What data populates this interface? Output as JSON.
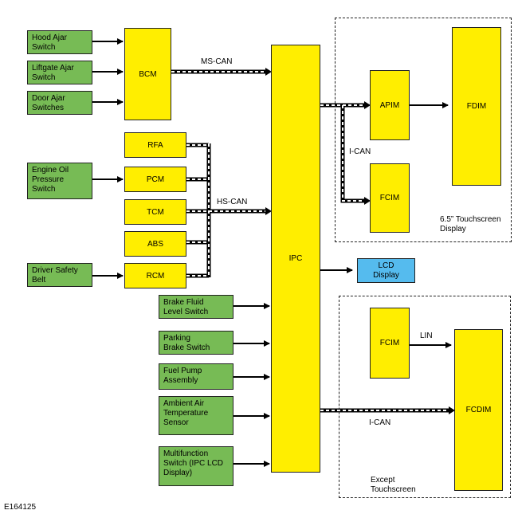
{
  "nodes": {
    "hood_ajar": "Hood Ajar\nSwitch",
    "liftgate_ajar": "Liftgate Ajar\nSwitch",
    "door_ajar": "Door Ajar\nSwitches",
    "bcm": "BCM",
    "rfa": "RFA",
    "engine_oil": "Engine Oil\nPressure\nSwitch",
    "pcm": "PCM",
    "tcm": "TCM",
    "abs": "ABS",
    "driver_belt": "Driver Safety\nBelt",
    "rcm": "RCM",
    "brake_fluid": "Brake Fluid\nLevel Switch",
    "parking_brake": "Parking\nBrake Switch",
    "fuel_pump": "Fuel Pump\nAssembly",
    "ambient_air": "Ambient Air\nTemperature\nSensor",
    "multifunction": "Multifunction\nSwitch (IPC LCD\nDisplay)",
    "ipc": "IPC",
    "apim": "APIM",
    "fdim": "FDIM",
    "fcim_top": "FCIM",
    "lcd": "LCD\nDisplay",
    "fcim_bottom": "FCIM",
    "fcdim": "FCDIM"
  },
  "labels": {
    "ms_can": "MS-CAN",
    "hs_can": "HS-CAN",
    "i_can_top": "I-CAN",
    "i_can_bottom": "I-CAN",
    "lin": "LIN",
    "touchscreen_group": "6.5” Touchscreen\nDisplay",
    "except_group": "Except\nTouchscreen",
    "figure_id": "E164125"
  },
  "colors": {
    "input_switch": "#77bb55",
    "module": "#ffee00",
    "display": "#55bbee",
    "line": "#000000"
  }
}
